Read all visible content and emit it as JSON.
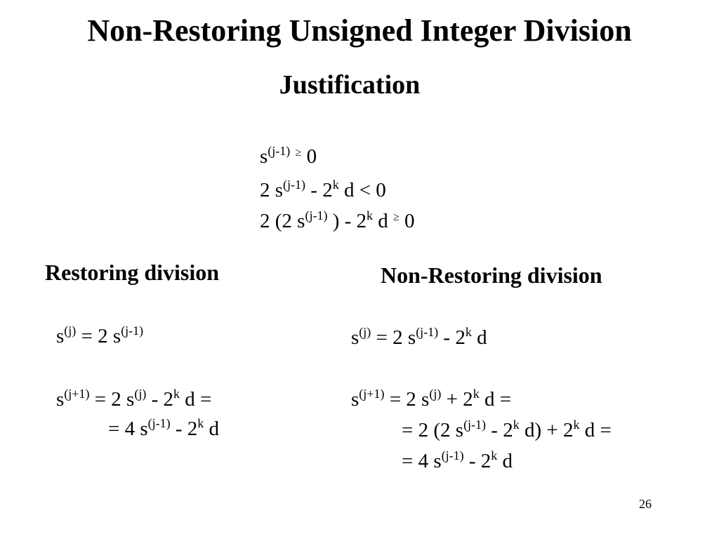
{
  "slide": {
    "title": "Non-Restoring Unsigned Integer Division",
    "subtitle": "Justification",
    "page_number": "26"
  },
  "justification": {
    "line1": {
      "s": "s",
      "sup": "(j-1)",
      "ge": "≥",
      "rhs": "0"
    },
    "line2": {
      "prefix": "2 s",
      "sup1": "(j-1)",
      "mid": " - 2",
      "sup2": "k",
      "rest": " d < 0"
    },
    "line3": {
      "prefix": "2 (2 s",
      "sup1": "(j-1)",
      "mid": " ) - 2",
      "sup2": "k",
      "rest": " d ",
      "ge": "≥",
      "rhs": " 0"
    }
  },
  "restoring": {
    "heading": "Restoring division",
    "eq1": {
      "s": "s",
      "sup1": "(j)",
      "mid": " = 2 s",
      "sup2": "(j-1)"
    },
    "eq2": {
      "s": "s",
      "sup1": "(j+1)",
      "mid1": " = 2 s",
      "sup2": "(j)",
      "mid2": " - 2",
      "sup3": "k",
      "rest": " d ="
    },
    "eq3": {
      "prefix": "= 4 s",
      "sup1": "(j-1)",
      "mid": " - 2",
      "sup2": "k",
      "rest": " d"
    }
  },
  "non_restoring": {
    "heading": "Non-Restoring division",
    "eq1": {
      "s": "s",
      "sup1": "(j)",
      "mid1": " = 2 s",
      "sup2": "(j-1)",
      "mid2": " - 2",
      "sup3": "k",
      "rest": " d"
    },
    "eq2": {
      "s": "s",
      "sup1": "(j+1)",
      "mid1": " = 2 s",
      "sup2": "(j)",
      "mid2": " + 2",
      "sup3": "k",
      "rest": " d ="
    },
    "eq3": {
      "prefix": "= 2 (2 s",
      "sup1": "(j-1)",
      "mid1": " - 2",
      "sup2": "k",
      "mid2": " d) + 2",
      "sup3": "k",
      "rest": " d ="
    },
    "eq4": {
      "prefix": "= 4 s",
      "sup1": "(j-1)",
      "mid": " - 2",
      "sup2": "k",
      "rest": " d"
    }
  }
}
